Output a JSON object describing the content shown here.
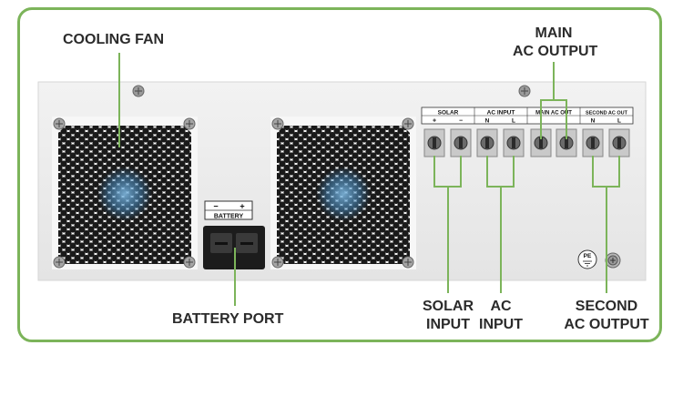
{
  "labels": {
    "cooling_fan": "COOLING FAN",
    "main_ac_output_line1": "MAIN",
    "main_ac_output_line2": "AC OUTPUT",
    "battery_port": "BATTERY PORT",
    "solar_input_line1": "SOLAR",
    "solar_input_line2": "INPUT",
    "ac_input_line1": "AC",
    "ac_input_line2": "INPUT",
    "second_ac_output_line1": "SECOND",
    "second_ac_output_line2": "AC OUTPUT"
  },
  "panel": {
    "battery_label": "BATTERY",
    "battery_minus": "−",
    "battery_plus": "+",
    "terminal_headers": {
      "solar": "SOLAR",
      "ac_input": "AC INPUT",
      "main_ac_out": "MAIN AC OUT",
      "second_ac_out": "SECOND AC OUT"
    },
    "terminal_sublabels": {
      "solar_plus": "+",
      "solar_minus": "−",
      "ac_in_n": "N",
      "ac_in_l": "L",
      "second_n": "N",
      "second_l": "L"
    },
    "pe_label": "PE"
  },
  "colors": {
    "frame": "#7cb45a",
    "panel": "#ececec",
    "leader_line": "#7cb45a",
    "text": "#2b2b2b"
  }
}
